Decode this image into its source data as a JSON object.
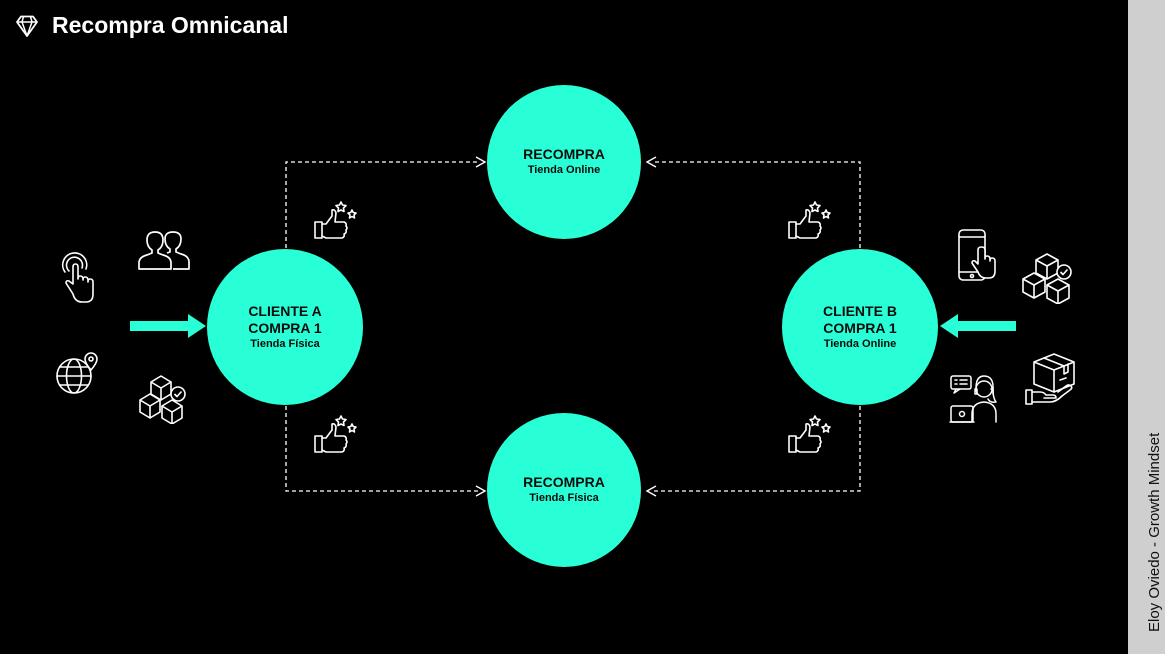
{
  "header": {
    "title": "Recompra Omnicanal",
    "icon": "diamond-icon"
  },
  "nodes": {
    "top": {
      "line1": "RECOMPRA",
      "line2": "Tienda Online"
    },
    "bottom": {
      "line1": "RECOMPRA",
      "line2": "Tienda Física"
    },
    "left": {
      "line1": "CLIENTE A",
      "line1b": "COMPRA 1",
      "line2": "Tienda Física"
    },
    "right": {
      "line1": "CLIENTE B",
      "line1b": "COMPRA 1",
      "line2": "Tienda Online"
    }
  },
  "credit": "Eloy Oviedo - Growth Mindset",
  "colors": {
    "accent": "#29ffd6",
    "background": "#000000",
    "sidebar": "#cfcfcf"
  },
  "icons": [
    "touch-hand-icon",
    "users-icon",
    "globe-location-icon",
    "boxes-check-icon",
    "thumbs-up-stars-icon",
    "smartphone-touch-icon",
    "support-agent-icon",
    "package-hand-icon"
  ]
}
